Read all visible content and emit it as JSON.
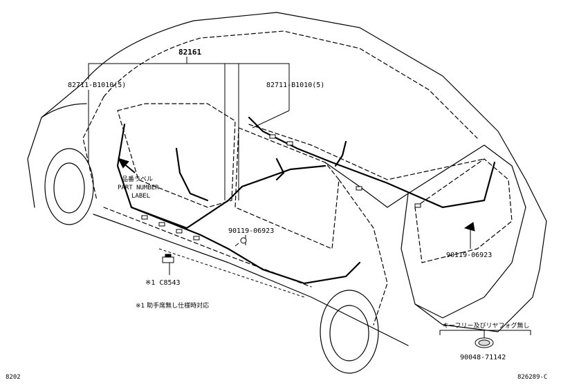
{
  "labels": {
    "main_part": "82161",
    "part_left": "82711-B1010(5)",
    "part_right": "82711-B1010(5)",
    "label_jp": "品番ラベル",
    "label_en1": "PART NUMBER",
    "label_en2": "LABEL",
    "clip_left": "90119-06923",
    "clip_right": "90119-06923",
    "note_marker": "※1 C8543",
    "note_text": "※1 助手席無し仕様時対応",
    "keyless_text": "キーフリー及びリヤフォグ無し",
    "grommet": "90048-71142",
    "page_left": "8202",
    "page_right": "826289-C"
  }
}
